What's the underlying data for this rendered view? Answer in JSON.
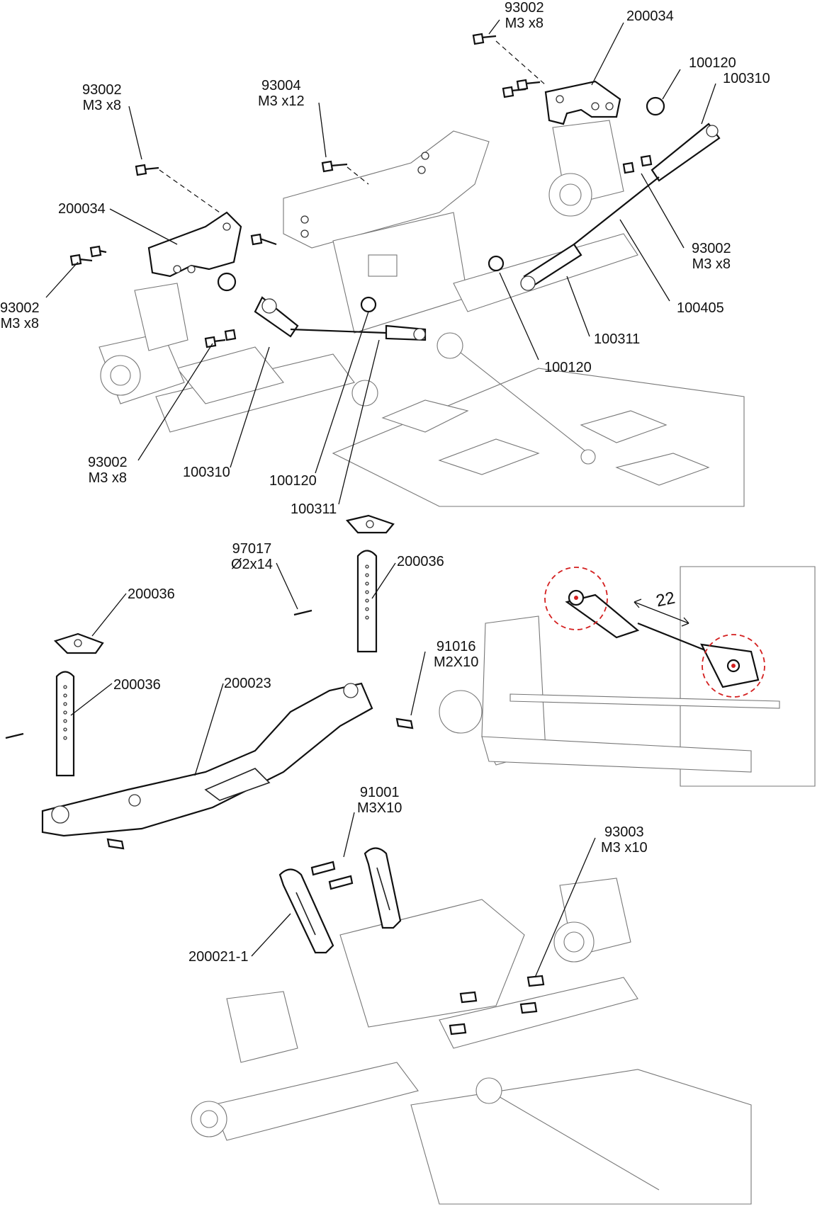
{
  "diagram": {
    "top_section": {
      "labels": [
        {
          "id": "top-93002-a",
          "code": "93002",
          "size": "M3 x8"
        },
        {
          "id": "top-200034-a",
          "code": "200034",
          "size": ""
        },
        {
          "id": "top-100120-a",
          "code": "100120",
          "size": ""
        },
        {
          "id": "top-100310-a",
          "code": "100310",
          "size": ""
        },
        {
          "id": "top-93002-b",
          "code": "93002",
          "size": "M3 x8"
        },
        {
          "id": "top-93004",
          "code": "93004",
          "size": "M3 x12"
        },
        {
          "id": "top-200034-b",
          "code": "200034",
          "size": ""
        },
        {
          "id": "top-93002-c",
          "code": "93002",
          "size": "M3 x8"
        },
        {
          "id": "top-93002-d",
          "code": "93002",
          "size": "M3 x8"
        },
        {
          "id": "top-100405",
          "code": "100405",
          "size": ""
        },
        {
          "id": "top-100311-a",
          "code": "100311",
          "size": ""
        },
        {
          "id": "top-100120-b",
          "code": "100120",
          "size": ""
        },
        {
          "id": "top-93002-e",
          "code": "93002",
          "size": "M3 x8"
        },
        {
          "id": "top-100310-b",
          "code": "100310",
          "size": ""
        },
        {
          "id": "top-100120-c",
          "code": "100120",
          "size": ""
        },
        {
          "id": "top-100311-b",
          "code": "100311",
          "size": ""
        }
      ]
    },
    "middle_section": {
      "labels": [
        {
          "id": "mid-97017",
          "code": "97017",
          "size": "Ø2x14"
        },
        {
          "id": "mid-200036-a",
          "code": "200036",
          "size": ""
        },
        {
          "id": "mid-200036-b",
          "code": "200036",
          "size": ""
        },
        {
          "id": "mid-91016",
          "code": "91016",
          "size": "M2X10"
        },
        {
          "id": "mid-200036-c",
          "code": "200036",
          "size": ""
        },
        {
          "id": "mid-200023",
          "code": "200023",
          "size": ""
        }
      ],
      "dimension": "22"
    },
    "bottom_section": {
      "labels": [
        {
          "id": "bot-91001",
          "code": "91001",
          "size": "M3X10"
        },
        {
          "id": "bot-93003",
          "code": "93003",
          "size": "M3 x10"
        },
        {
          "id": "bot-200021-1",
          "code": "200021-1",
          "size": ""
        }
      ]
    },
    "colors": {
      "ink": "#111111",
      "highlight": "#d42020"
    }
  }
}
